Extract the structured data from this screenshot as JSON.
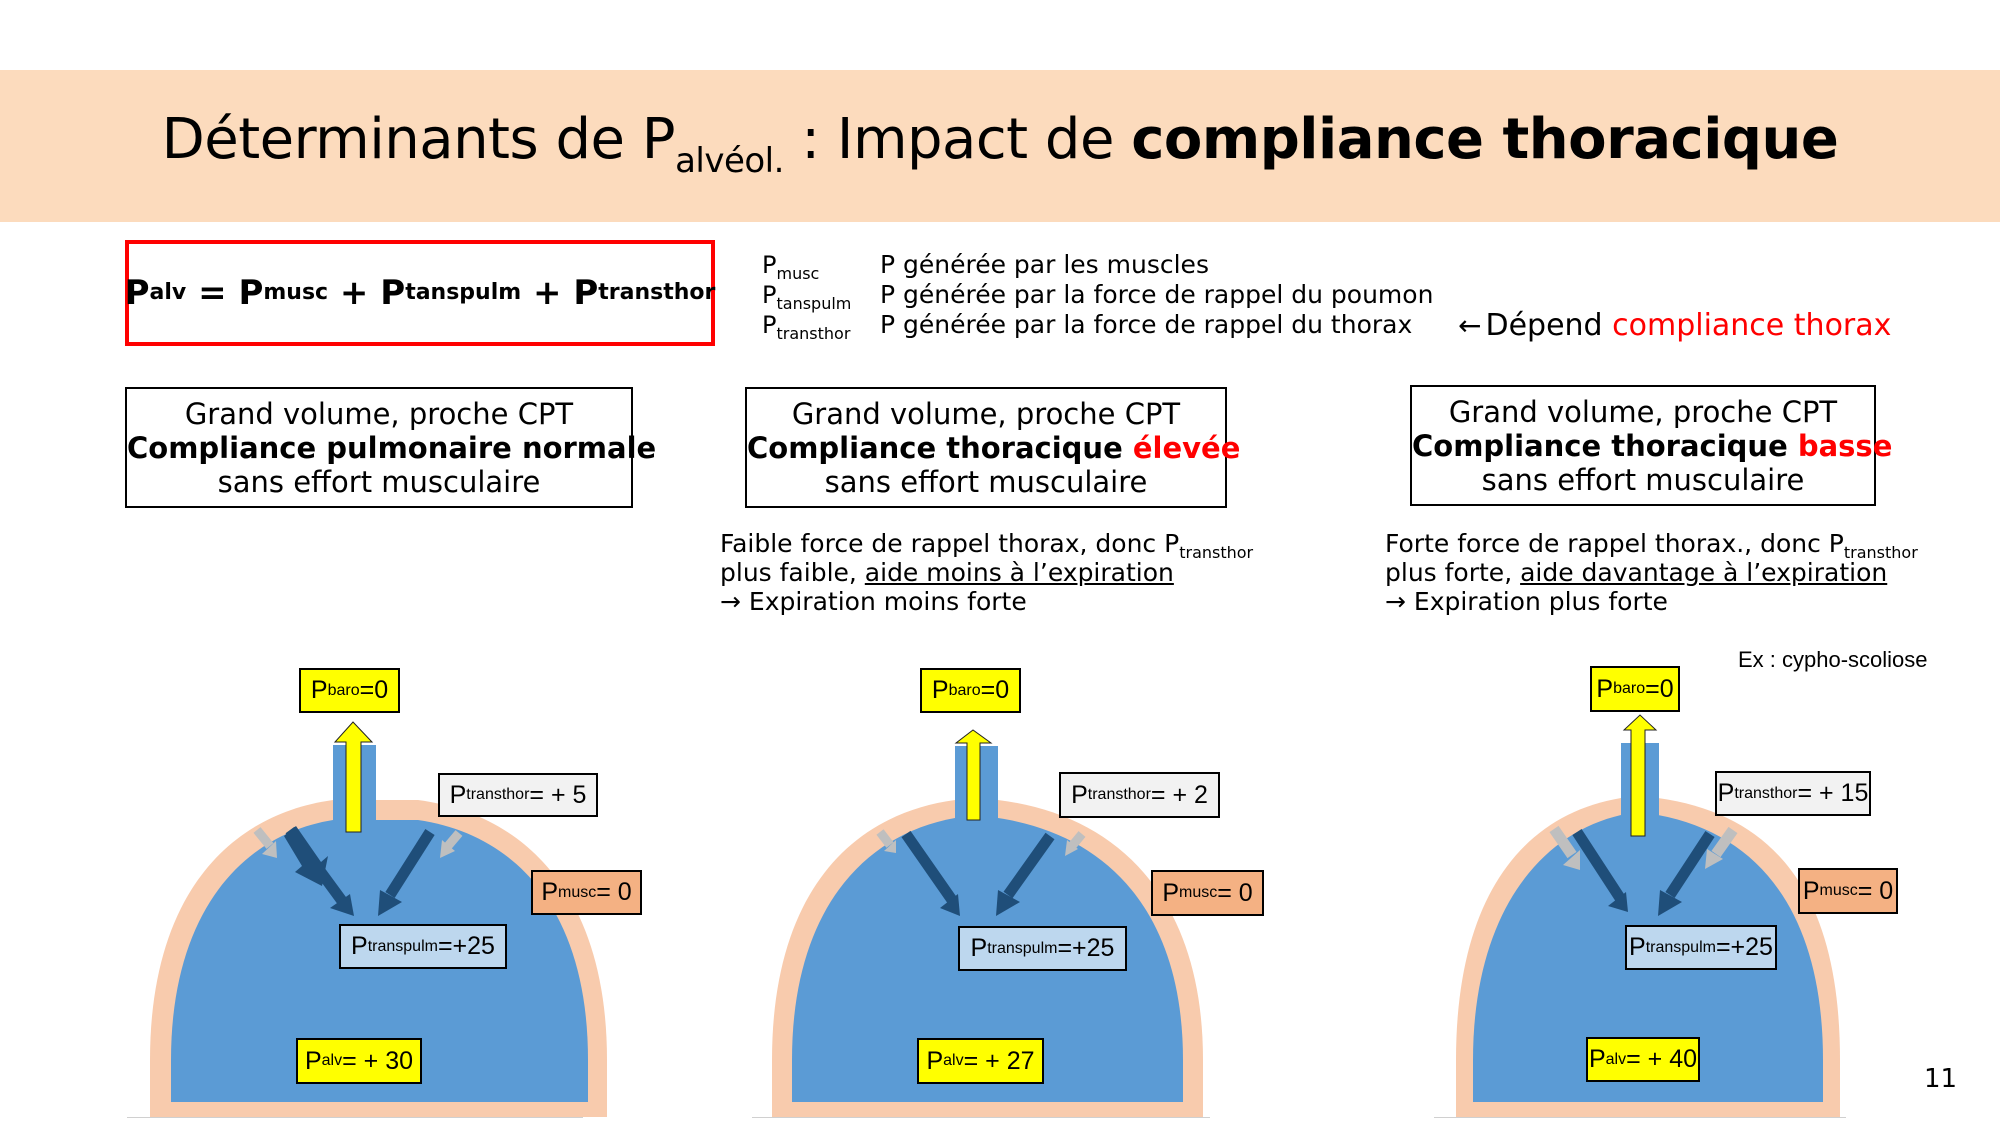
{
  "slide": {
    "page_number": "11",
    "colors": {
      "header_band": "#fcdbbd",
      "formula_border": "#ff0000",
      "accent_red": "#ff0000",
      "lung_blue": "#5b9bd5",
      "thorax_peach": "#f8cbad",
      "transpulm_arrow": "#1f4e79",
      "transthor_arrow": "#bfbfbf",
      "baro_arrow": "#ffff00",
      "label_yellow": "#ffff00",
      "label_gray": "#f2f2f2",
      "label_lightblue": "#bdd7ee",
      "label_orange": "#f4b183"
    }
  },
  "header": {
    "title_prefix": "Déterminants de P",
    "title_sub": "alvéol.",
    "title_middle": " : Impact de ",
    "title_bold": "compliance thoracique"
  },
  "formula": {
    "p": "P",
    "alv": "alv",
    "eq": " = ",
    "musc": "musc",
    "plus1": " + ",
    "tanspulm": "tanspulm",
    "plus2": " + ",
    "transthor": "transthor"
  },
  "legend": [
    {
      "symbol": "P",
      "sub": "musc",
      "description": "P générée par les muscles"
    },
    {
      "symbol": "P",
      "sub": "tanspulm",
      "description": "P générée par la force de rappel du poumon"
    },
    {
      "symbol": "P",
      "sub": "transthor",
      "description": "P générée par la force de rappel du thorax"
    }
  ],
  "dependency_note": {
    "arrow_icon": "←",
    "text": "Dépend ",
    "highlight": "compliance thorax"
  },
  "scenarios": [
    {
      "line1": "Grand volume, proche CPT",
      "line2_bold": "Compliance pulmonaire normale",
      "line2_red": "",
      "line3": "sans effort musculaire",
      "description": null,
      "diagram": {
        "p_baro": {
          "p": "P",
          "sub": "baro",
          "value": "=0"
        },
        "p_transthor": {
          "p": "P",
          "sub": "transthor",
          "value": "= + 5"
        },
        "p_musc": {
          "p": "P",
          "sub": "musc",
          "value": "= 0"
        },
        "p_transpulm": {
          "p": "P",
          "sub": "transpulm",
          "value": "=+25"
        },
        "p_alv": {
          "p": "P",
          "sub": "alv",
          "value": "= + 30"
        }
      }
    },
    {
      "line1": "Grand volume, proche CPT",
      "line2_bold": "Compliance thoracique ",
      "line2_red": "élevée",
      "line3": "sans effort musculaire",
      "description": {
        "l1_text": "Faible force de rappel thorax, donc P",
        "l1_sub": "transthor",
        "l2_text": "plus faible, ",
        "l2_underlined": "aide moins à l’expiration",
        "l3_arrow": "→",
        "l3_text": " Expiration moins forte"
      },
      "diagram": {
        "p_baro": {
          "p": "P",
          "sub": "baro",
          "value": "=0"
        },
        "p_transthor": {
          "p": "P",
          "sub": "transthor",
          "value": "= + 2"
        },
        "p_musc": {
          "p": "P",
          "sub": "musc",
          "value": "= 0"
        },
        "p_transpulm": {
          "p": "P",
          "sub": "transpulm",
          "value": "=+25"
        },
        "p_alv": {
          "p": "P",
          "sub": "alv",
          "value": "= + 27"
        }
      }
    },
    {
      "line1": "Grand volume, proche CPT",
      "line2_bold": "Compliance thoracique ",
      "line2_red": "basse",
      "line3": "sans effort musculaire",
      "description": {
        "l1_text": "Forte force de rappel thorax., donc P",
        "l1_sub": "transthor",
        "l2_text": "plus forte, ",
        "l2_underlined": "aide davantage à l’expiration",
        "l3_arrow": "→",
        "l3_text": " Expiration plus forte"
      },
      "example": "Ex : cypho-scoliose",
      "diagram": {
        "p_baro": {
          "p": "P",
          "sub": "baro",
          "value": "=0"
        },
        "p_transthor": {
          "p": "P",
          "sub": "transthor",
          "value": "= + 15"
        },
        "p_musc": {
          "p": "P",
          "sub": "musc",
          "value": "= 0"
        },
        "p_transpulm": {
          "p": "P",
          "sub": "transpulm",
          "value": "=+25"
        },
        "p_alv": {
          "p": "P",
          "sub": "alv",
          "value": "= + 40"
        }
      }
    }
  ]
}
